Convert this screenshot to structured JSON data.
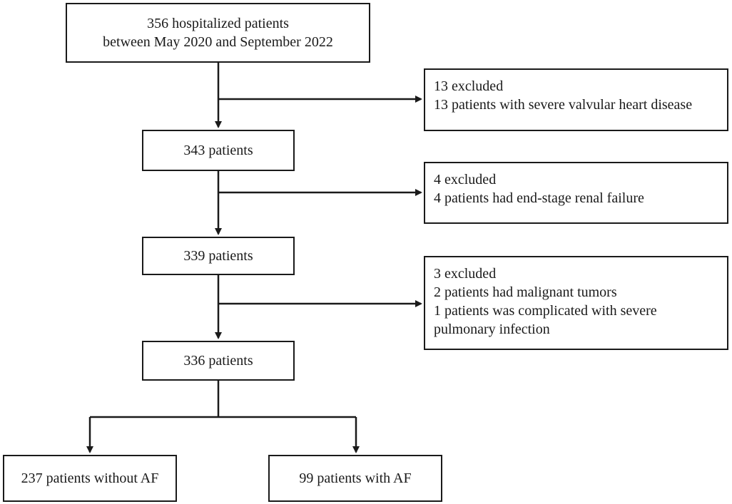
{
  "flow": {
    "start": {
      "lines": [
        "356 hospitalized patients",
        "between May 2020 and September 2022"
      ]
    },
    "stage1": "343 patients",
    "stage2": "339 patients",
    "stage3": "336 patients",
    "exclusions": [
      {
        "lines": [
          "13 excluded",
          "13 patients with severe valvular heart disease"
        ]
      },
      {
        "lines": [
          "4 excluded",
          "4 patients had end-stage renal failure"
        ]
      },
      {
        "lines": [
          "3 excluded",
          "2 patients had malignant tumors",
          "1 patients was complicated with severe",
          "pulmonary infection"
        ]
      }
    ],
    "groups": [
      "237 patients without AF",
      "99 patients with AF"
    ]
  }
}
